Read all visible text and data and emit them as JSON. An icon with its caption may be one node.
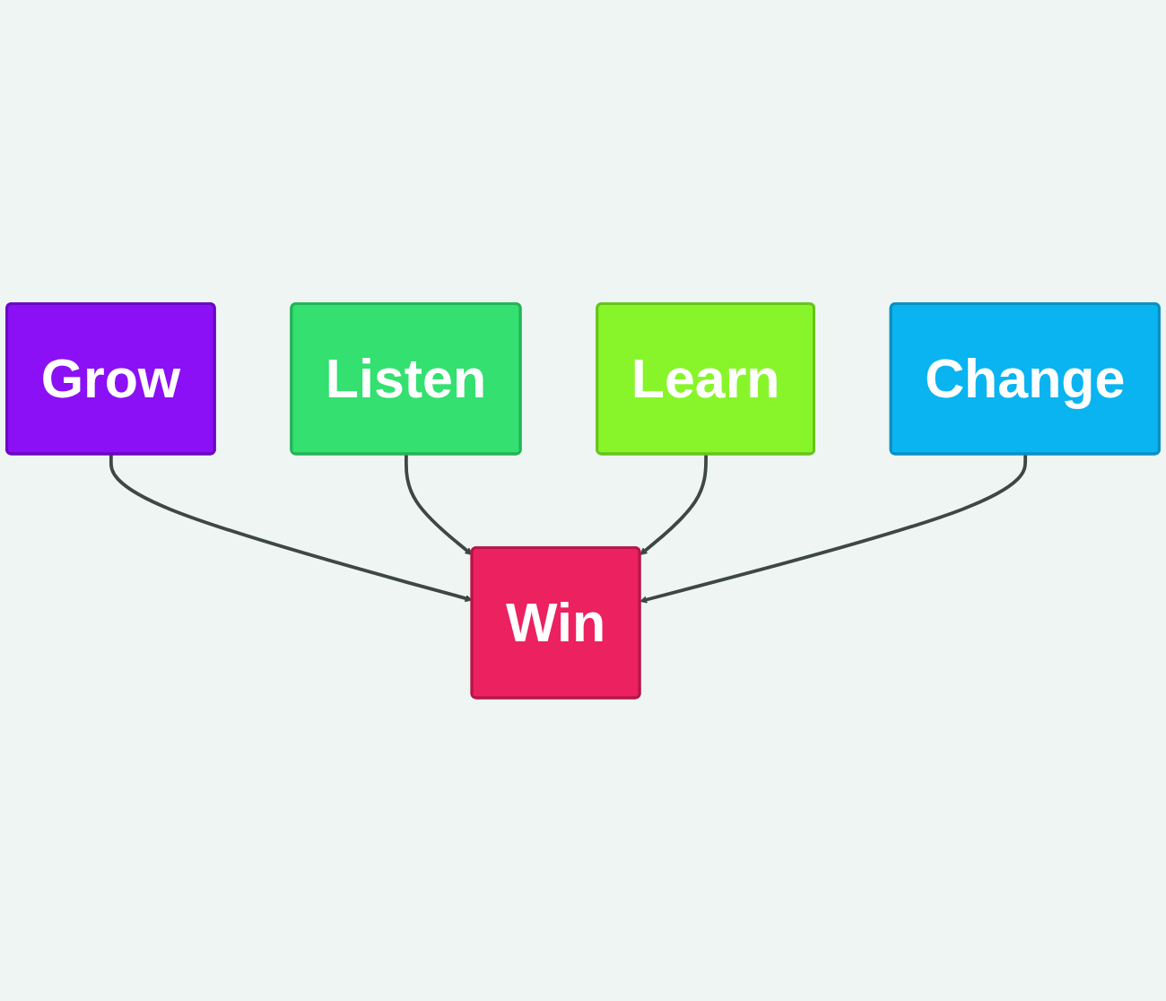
{
  "diagram": {
    "nodes": [
      {
        "text": [
          "Grow"
        ]
      },
      {
        "text": [
          "Listen"
        ]
      },
      {
        "text": [
          "Win"
        ]
      },
      {
        "text": [
          "Learn"
        ]
      },
      {
        "text": [
          "Change"
        ]
      }
    ],
    "edges": [
      {
        "from": 0,
        "to": 2,
        "arrow": "to"
      },
      {
        "from": 1,
        "to": 2,
        "arrow": "to"
      },
      {
        "from": 3,
        "to": 2,
        "arrow": "to"
      },
      {
        "from": 4,
        "to": 2,
        "arrow": "to"
      }
    ]
  }
}
